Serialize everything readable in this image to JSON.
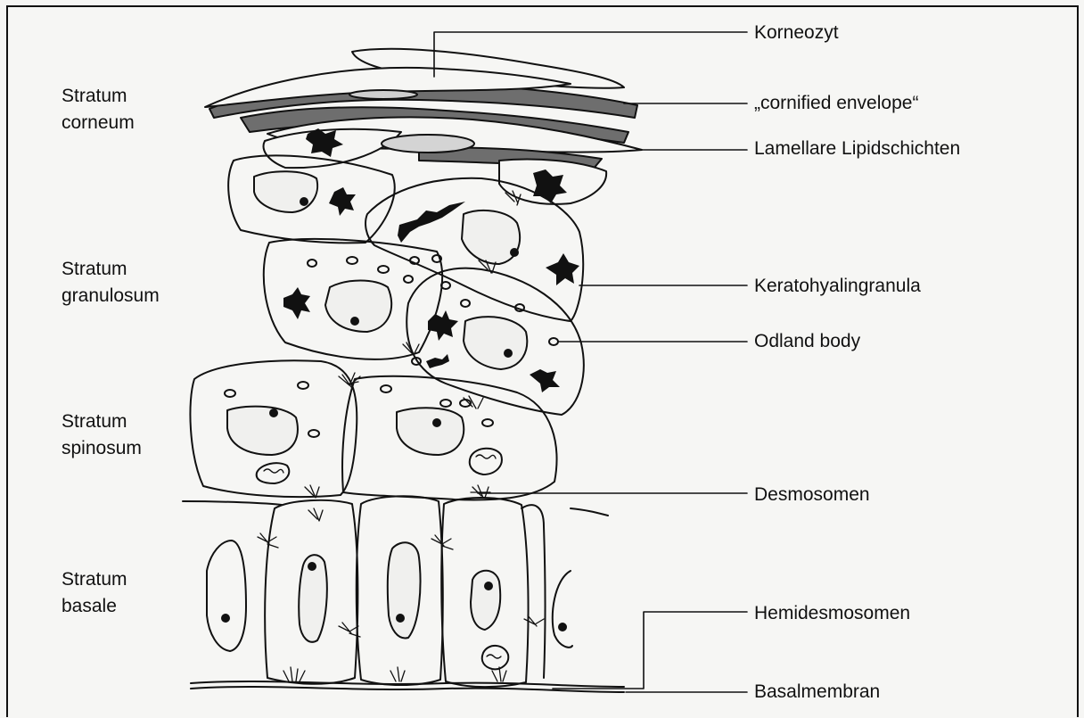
{
  "layers": {
    "corneum": [
      "Stratum",
      "corneum"
    ],
    "granulosum": [
      "Stratum",
      "granulosum"
    ],
    "spinosum": [
      "Stratum",
      "spinosum"
    ],
    "basale": [
      "Stratum",
      "basale"
    ]
  },
  "callouts": {
    "korneozyt": "Korneozyt",
    "cornified_envelope": "„cornified envelope“",
    "lipid_layers": "Lamellare Lipidschichten",
    "keratohyalin": "Keratohyalingranula",
    "odland": "Odland body",
    "desmosomen": "Desmosomen",
    "hemidesmosomen": "Hemidesmosomen",
    "basalmembran": "Basalmembran"
  },
  "colors": {
    "ink": "#111111",
    "background": "#f6f6f4",
    "lipid_fill": "#6e6e6e"
  }
}
